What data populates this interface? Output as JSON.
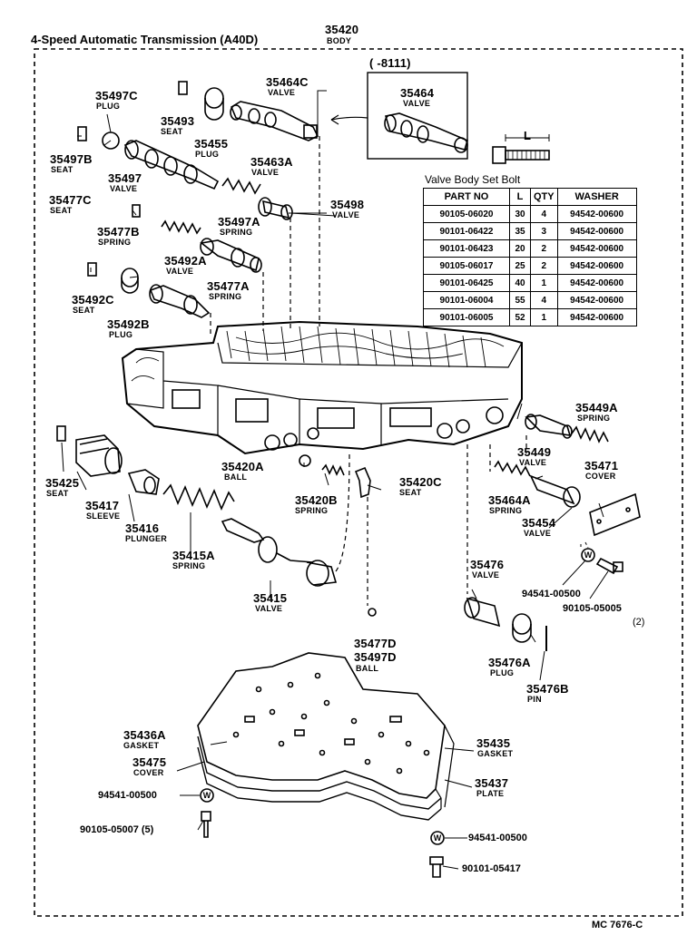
{
  "title": "4-Speed Automatic Transmission (A40D)",
  "figure_code": "MC 7676-C",
  "inset_label": "(      -8111)",
  "dimension_label": "L",
  "bolt_table": {
    "caption": "Valve Body Set Bolt",
    "headers": [
      "PART NO",
      "L",
      "QTY",
      "WASHER"
    ],
    "rows": [
      [
        "90105-06020",
        "30",
        "4",
        "94542-00600"
      ],
      [
        "90101-06422",
        "35",
        "3",
        "94542-00600"
      ],
      [
        "90101-06423",
        "20",
        "2",
        "94542-00600"
      ],
      [
        "90105-06017",
        "25",
        "2",
        "94542-00600"
      ],
      [
        "90101-06425",
        "40",
        "1",
        "94542-00600"
      ],
      [
        "90101-06004",
        "55",
        "4",
        "94542-00600"
      ],
      [
        "90101-06005",
        "52",
        "1",
        "94542-00600"
      ]
    ]
  },
  "parts": {
    "p35420": {
      "num": "35420",
      "name": "BODY"
    },
    "p35464c": {
      "num": "35464C",
      "name": "VALVE"
    },
    "p35464": {
      "num": "35464",
      "name": "VALVE"
    },
    "p35497c": {
      "num": "35497C",
      "name": "PLUG"
    },
    "p35493": {
      "num": "35493",
      "name": "SEAT"
    },
    "p35455": {
      "num": "35455",
      "name": "PLUG"
    },
    "p35463a": {
      "num": "35463A",
      "name": "VALVE"
    },
    "p35497b": {
      "num": "35497B",
      "name": "SEAT"
    },
    "p35497": {
      "num": "35497",
      "name": "VALVE"
    },
    "p35477c": {
      "num": "35477C",
      "name": "SEAT"
    },
    "p35498": {
      "num": "35498",
      "name": "VALVE"
    },
    "p35497a": {
      "num": "35497A",
      "name": "SPRING"
    },
    "p35477b": {
      "num": "35477B",
      "name": "SPRING"
    },
    "p35492a": {
      "num": "35492A",
      "name": "VALVE"
    },
    "p35477a": {
      "num": "35477A",
      "name": "SPRING"
    },
    "p35492c": {
      "num": "35492C",
      "name": "SEAT"
    },
    "p35492b": {
      "num": "35492B",
      "name": "PLUG"
    },
    "p35449a": {
      "num": "35449A",
      "name": "SPRING"
    },
    "p35449": {
      "num": "35449",
      "name": "VALVE"
    },
    "p35471": {
      "num": "35471",
      "name": "COVER"
    },
    "p35464a": {
      "num": "35464A",
      "name": "SPRING"
    },
    "p35454": {
      "num": "35454",
      "name": "VALVE"
    },
    "p35420a": {
      "num": "35420A",
      "name": "BALL"
    },
    "p35420c": {
      "num": "35420C",
      "name": "SEAT"
    },
    "p35420b": {
      "num": "35420B",
      "name": "SPRING"
    },
    "p35425": {
      "num": "35425",
      "name": "SEAT"
    },
    "p35417": {
      "num": "35417",
      "name": "SLEEVE"
    },
    "p35416": {
      "num": "35416",
      "name": "PLUNGER"
    },
    "p35415a": {
      "num": "35415A",
      "name": "SPRING"
    },
    "p35415": {
      "num": "35415",
      "name": "VALVE"
    },
    "p35476": {
      "num": "35476",
      "name": "VALVE"
    },
    "p35476a": {
      "num": "35476A",
      "name": "PLUG"
    },
    "p35476b": {
      "num": "35476B",
      "name": "PIN"
    },
    "p35477d": {
      "num": "35477D",
      "name": ""
    },
    "p35497d": {
      "num": "35497D",
      "name": "BALL"
    },
    "p35436a": {
      "num": "35436A",
      "name": "GASKET"
    },
    "p35475": {
      "num": "35475",
      "name": "COVER"
    },
    "p35435": {
      "num": "35435",
      "name": "GASKET"
    },
    "p35437": {
      "num": "35437",
      "name": "PLATE"
    }
  },
  "fasteners": {
    "f94541_right": "94541-00500",
    "f90105_05005": "90105-05005",
    "f90105_05005_qty": "(2)",
    "f94541_left": "94541-00500",
    "f90105_05007": "90105-05007 (5)",
    "f94541_bottom": "94541-00500",
    "f90101_05417": "90101-05417"
  }
}
